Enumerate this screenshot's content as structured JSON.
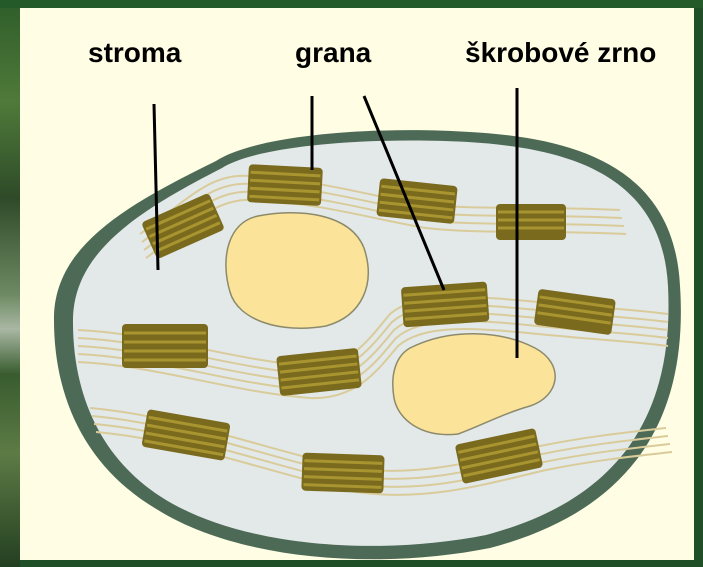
{
  "labels": {
    "stroma": "stroma",
    "grana": "grana",
    "starch_grain": "škrobové zrno"
  },
  "colors": {
    "background": "#fffde3",
    "frame": "#1f4f26",
    "outer_membrane": "#4d6a56",
    "stroma_fill": "#e3e8e9",
    "granum": "#7a6a1e",
    "granum_stripe": "#a89530",
    "thylakoid_lamella": "#d9cc9a",
    "starch": "#fbe39a"
  },
  "icons": [
    "chloroplast-diagram"
  ]
}
